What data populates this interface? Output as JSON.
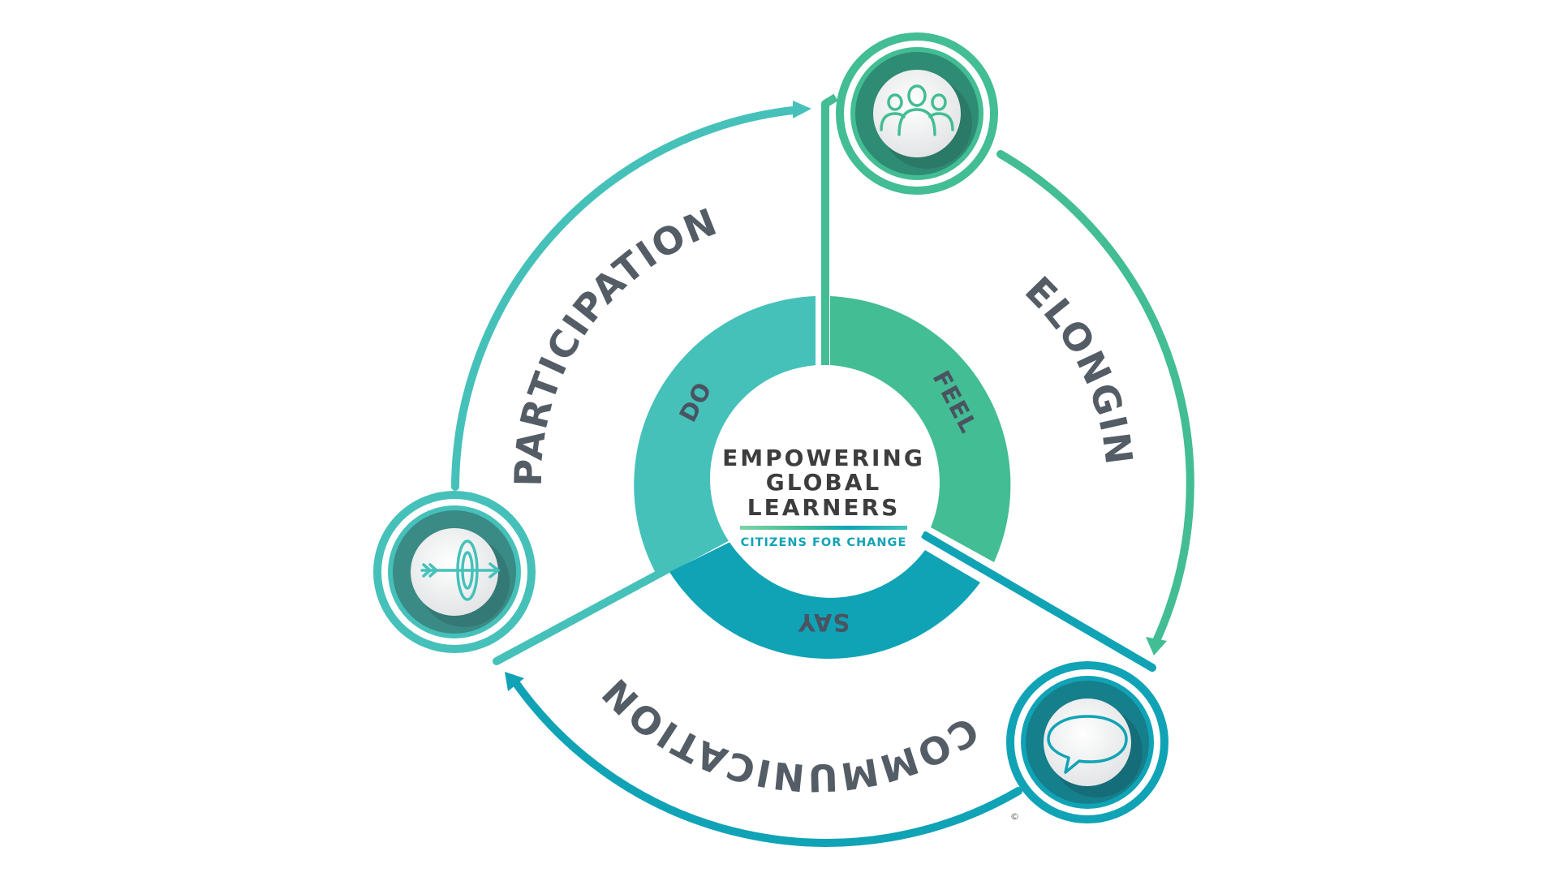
{
  "center": {
    "title_lines": [
      "EMPOWERING",
      "GLOBAL",
      "LEARNERS"
    ],
    "subtitle": "CITIZENS FOR CHANGE"
  },
  "inner_segments": [
    {
      "label": "DO",
      "color": "#45c1ba"
    },
    {
      "label": "FEEL",
      "color": "#43bd93"
    },
    {
      "label": "SAY",
      "color": "#10a3b6"
    }
  ],
  "outer_labels": {
    "participation": "PARTICIPATION",
    "belonging": "BELONGING",
    "communication": "COMMUNICATION"
  },
  "nodes": [
    {
      "id": "belonging",
      "icon": "people-group-icon"
    },
    {
      "id": "communication",
      "icon": "speech-bubble-icon"
    },
    {
      "id": "participation",
      "icon": "target-arrow-icon"
    }
  ],
  "copyright": "©",
  "colors": {
    "teal_light": "#45c1ba",
    "green": "#43bd93",
    "blue_teal": "#10a3b6",
    "text_dark": "#545c66",
    "icon_disc": "#f2f3f3"
  }
}
